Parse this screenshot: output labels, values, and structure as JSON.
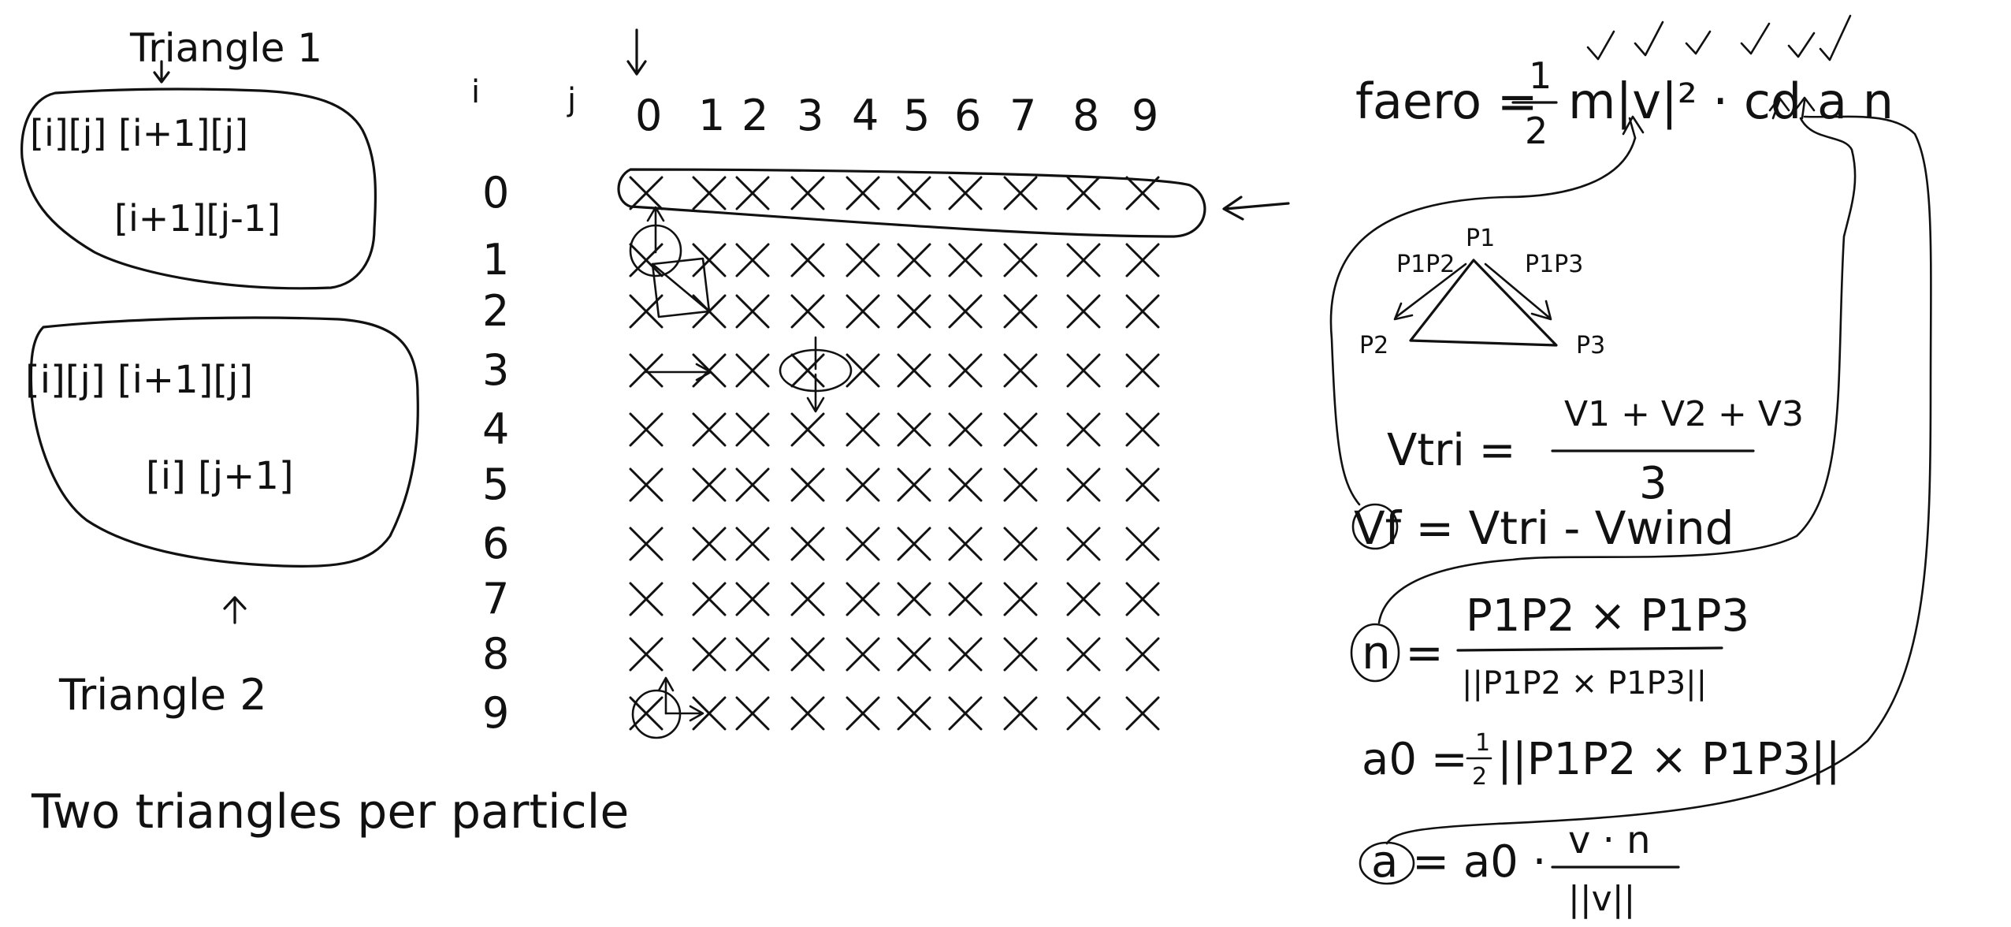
{
  "triangle1": {
    "title": "Triangle 1",
    "line1": "[i][j] [i+1][j]",
    "line2": "[i+1][j-1]"
  },
  "triangle2": {
    "title": "Triangle 2",
    "line1": "[i][j]  [i+1][j]",
    "line2": "[i] [j+1]"
  },
  "footer_note": "Two triangles per particle",
  "grid": {
    "i_header": "i",
    "j_header": "j",
    "col_labels": [
      "0",
      "1",
      "2",
      "3",
      "4",
      "5",
      "6",
      "7",
      "8",
      "9"
    ],
    "row_labels": [
      "0",
      "1",
      "2",
      "3",
      "4",
      "5",
      "6",
      "7",
      "8",
      "9"
    ],
    "cell_mark": "×"
  },
  "equations": {
    "faero_lhs": "faero =",
    "faero_frac_num": "1",
    "faero_frac_den": "2",
    "faero_rest": "m|v|² · cd a n",
    "p1": "P1",
    "p2": "P2",
    "p3": "P3",
    "p1p2": "P1P2",
    "p1p3": "P1P3",
    "vtri_lhs": "Vtri =",
    "vtri_num": "V1 + V2 + V3",
    "vtri_den": "3",
    "vf": "Vf = Vtri - Vwind",
    "n_lhs": "n =",
    "n_num": "P1P2 × P1P3",
    "n_den": "||P1P2 × P1P3||",
    "a0_lhs": "a0 =",
    "a0_frac_num": "1",
    "a0_frac_den": "2",
    "a0_rest": "||P1P2 × P1P3||",
    "a_lhs": "a = a0 ·",
    "a_num": "v · n",
    "a_den": "||v||"
  }
}
